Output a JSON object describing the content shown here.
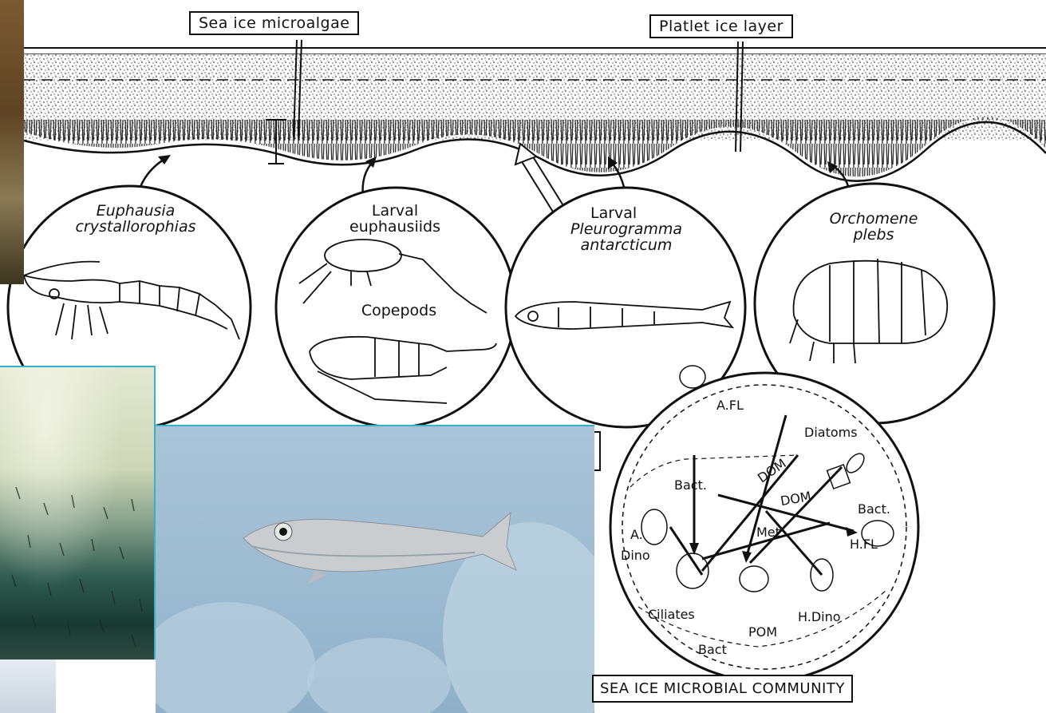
{
  "labels": {
    "sea_ice_microalgae": "Sea ice microalgae",
    "platelet_ice_layer": "Platlet ice layer",
    "community": "SEA ICE MICROBIAL COMMUNITY"
  },
  "organisms": [
    {
      "line1": "Euphausia",
      "line2": "crystallorophias"
    },
    {
      "line1": "Larval",
      "line2": "euphausiids",
      "line3": "Copepods"
    },
    {
      "line1": "Larval",
      "line2": "Pleurogramma",
      "line3": "antarcticum"
    },
    {
      "line1": "Orchomene",
      "line2": "plebs"
    }
  ],
  "microbial": {
    "afl": "A.FL",
    "diatoms": "Diatoms",
    "dom1": "DOM",
    "dom2": "DOM",
    "bact1": "Bact.",
    "bact2": "Bact.",
    "bact3": "Bact",
    "met": "Met",
    "hfl": "H.FL",
    "a": "A.",
    "dino": "Dino",
    "ciliates": "Ciliates",
    "hdino": "H.Dino",
    "pom": "POM"
  }
}
